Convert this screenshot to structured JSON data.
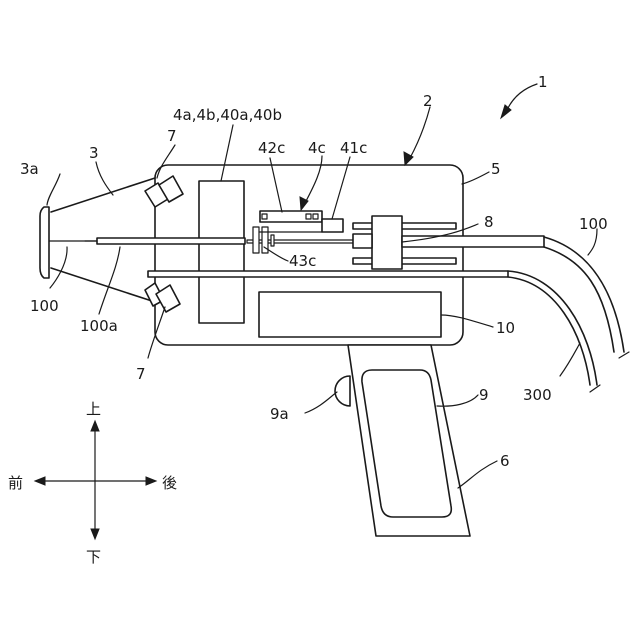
{
  "labels": {
    "device": "1",
    "body": "2",
    "cone": "3",
    "cone_tip": "3a",
    "assembly": "4a,4b,40a,40b",
    "unit_4c": "4c",
    "part_41c": "41c",
    "part_42c": "42c",
    "part_43c": "43c",
    "housing": "5",
    "grip": "6",
    "light_upper": "7",
    "light_lower": "7",
    "part_8": "8",
    "trigger_plate": "9",
    "trigger_button": "9a",
    "part_10": "10",
    "fiber_left": "100",
    "fiber_inner": "100a",
    "fiber_right": "100",
    "cable_300": "300"
  },
  "directions": {
    "up": "上",
    "down": "下",
    "front": "前",
    "back": "後"
  }
}
